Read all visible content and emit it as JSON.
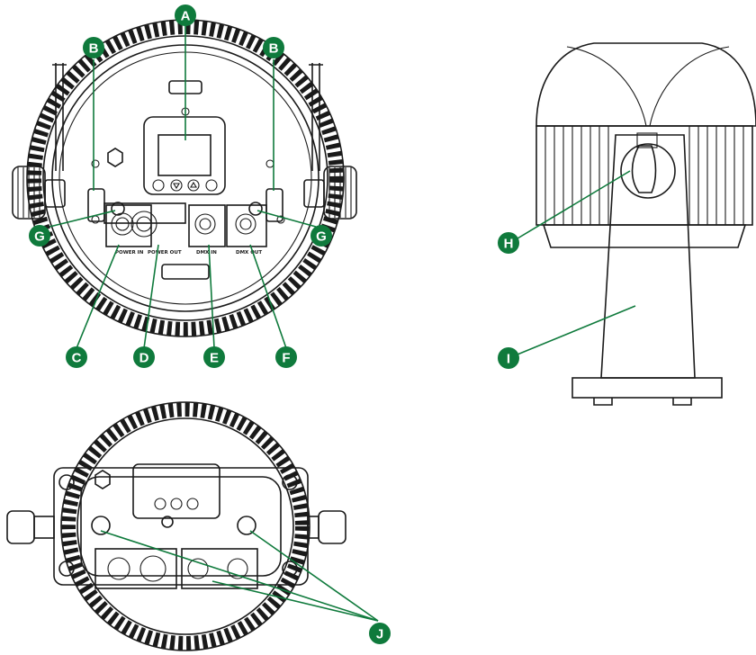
{
  "colors": {
    "callout": "#0f7a3c",
    "line": "#1a1a1a",
    "background": "#ffffff"
  },
  "port_labels": {
    "power_in": "POWER IN",
    "power_out": "POWER OUT",
    "dmx_in": "DMX IN",
    "dmx_out": "DMX OUT"
  },
  "callouts": {
    "a": "A",
    "b_left": "B",
    "b_right": "B",
    "c": "C",
    "d": "D",
    "e": "E",
    "f": "F",
    "g_left": "G",
    "g_right": "G",
    "h": "H",
    "i": "I",
    "j": "J"
  },
  "views": [
    "rear-view",
    "bottom-view",
    "side-view"
  ]
}
